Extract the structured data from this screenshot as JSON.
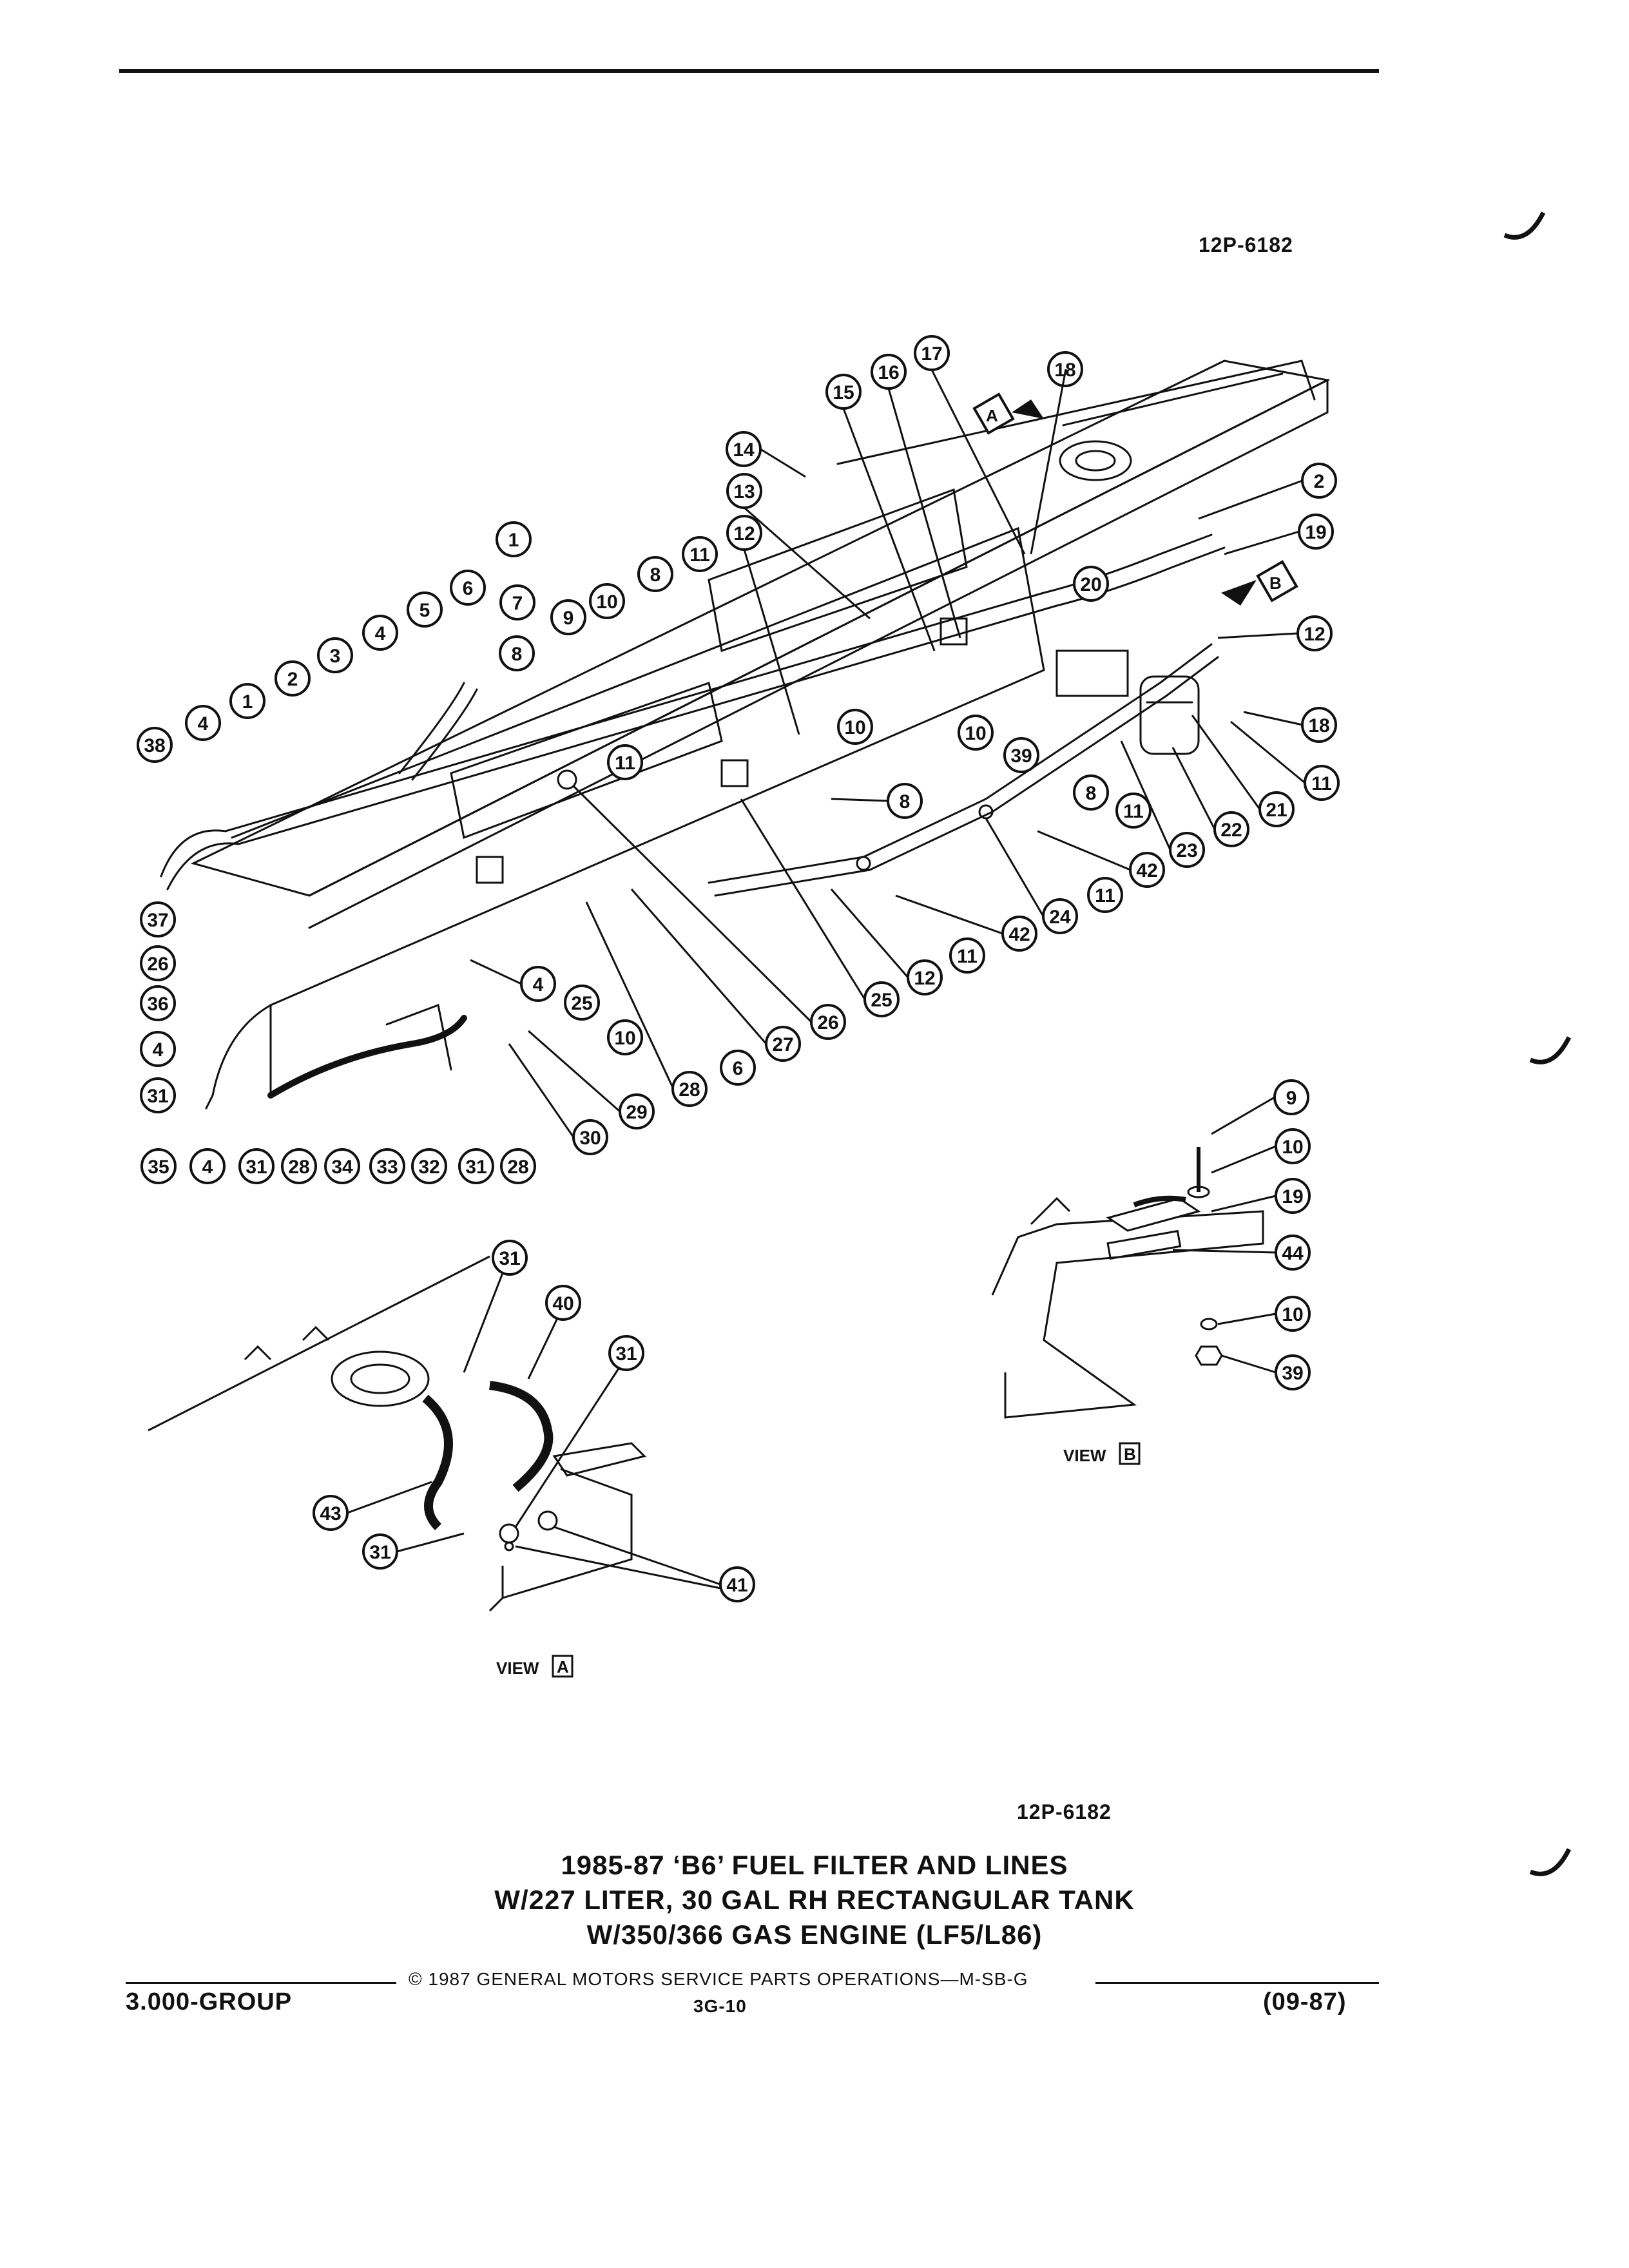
{
  "header": {
    "ref_top": "12P-6182"
  },
  "views": {
    "view_a_label": "VIEW",
    "view_a_letter": "A",
    "view_b_label": "VIEW",
    "view_b_letter": "B"
  },
  "callouts": {
    "c1": "1",
    "c2": "2",
    "c3": "3",
    "c4": "4",
    "c5": "5",
    "c6": "6",
    "c7": "7",
    "c8": "8",
    "c9": "9",
    "c10": "10",
    "c11": "11",
    "c12": "12",
    "c13": "13",
    "c14": "14",
    "c15": "15",
    "c16": "16",
    "c17": "17",
    "c18": "18",
    "c19": "19",
    "c20": "20",
    "c21": "21",
    "c22": "22",
    "c23": "23",
    "c24": "24",
    "c25": "25",
    "c26": "26",
    "c27": "27",
    "c28": "28",
    "c29": "29",
    "c30": "30",
    "c31": "31",
    "c32": "32",
    "c33": "33",
    "c34": "34",
    "c35": "35",
    "c36": "36",
    "c37": "37",
    "c38": "38",
    "c39": "39",
    "c40": "40",
    "c41": "41",
    "c42": "42",
    "c43": "43",
    "c44": "44"
  },
  "caption": {
    "ref_bottom": "12P-6182",
    "line1": "1985-87 ‘B6’ FUEL FILTER AND LINES",
    "line2": "W/227 LITER, 30 GAL RH RECTANGULAR TANK",
    "line3": "W/350/366 GAS ENGINE (LF5/L86)"
  },
  "footer": {
    "copyright": "© 1987 GENERAL MOTORS SERVICE PARTS OPERATIONS—M-SB-G",
    "group": "3.000-GROUP",
    "page": "3G-10",
    "date": "(09-87)"
  }
}
